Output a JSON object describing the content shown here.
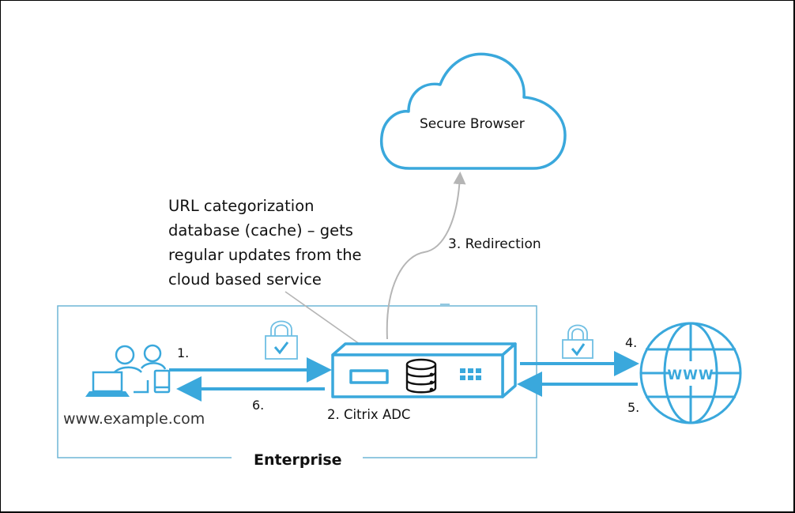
{
  "diagram": {
    "cloud": {
      "label": "Secure Browser"
    },
    "annotation": {
      "lines": [
        "URL categorization",
        "database (cache) – gets",
        "regular updates from the",
        "cloud based service"
      ]
    },
    "steps": {
      "step1": "1.",
      "step2": "2.  Citrix ADC",
      "step3": "3. Redirection",
      "step4": "4.",
      "step5": "5.",
      "step6": "6."
    },
    "client": {
      "label": "www.example.com"
    },
    "enterprise": {
      "label": "Enterprise"
    },
    "globe": {
      "label": "WWW"
    },
    "icons": [
      "users-devices-icon",
      "lock-check-icon",
      "appliance-icon",
      "database-icon",
      "globe-www-icon",
      "cloud-icon"
    ],
    "colors": {
      "accent": "#3aa8dc",
      "arrow_gray": "#b5b5b5",
      "frame": "#000000",
      "enterprise_border": "#6fb6d6"
    }
  }
}
